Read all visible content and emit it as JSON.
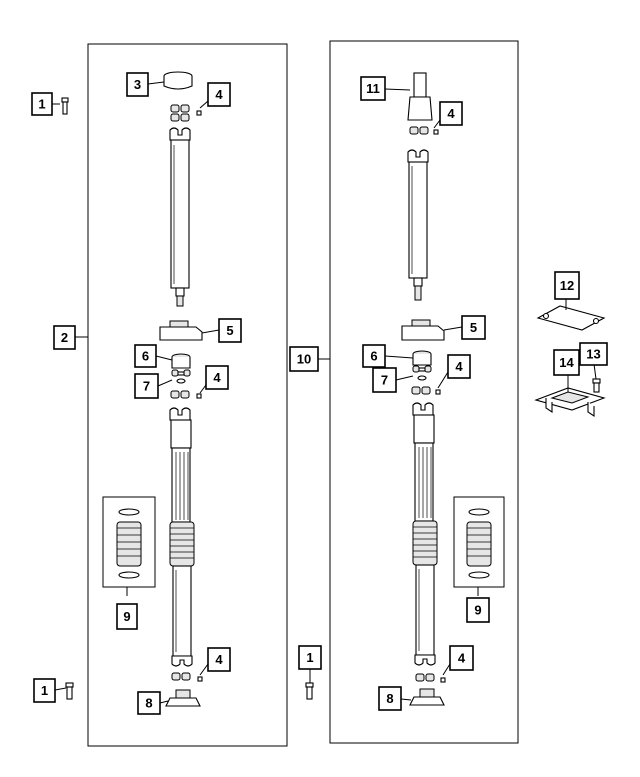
{
  "callouts": {
    "left_shaft": {
      "c1_top": "1",
      "c1_bottom": "1",
      "c2": "2",
      "c3": "3",
      "c4_a": "4",
      "c4_b": "4",
      "c4_c": "4",
      "c5": "5",
      "c6": "6",
      "c7": "7",
      "c8": "8",
      "c9": "9"
    },
    "right_shaft": {
      "c1": "1",
      "c10": "10",
      "c11": "11",
      "c4_a": "4",
      "c4_b": "4",
      "c4_c": "4",
      "c5": "5",
      "c6": "6",
      "c7": "7",
      "c8": "8",
      "c9": "9"
    },
    "brackets": {
      "c12": "12",
      "c13": "13",
      "c14": "14"
    }
  }
}
